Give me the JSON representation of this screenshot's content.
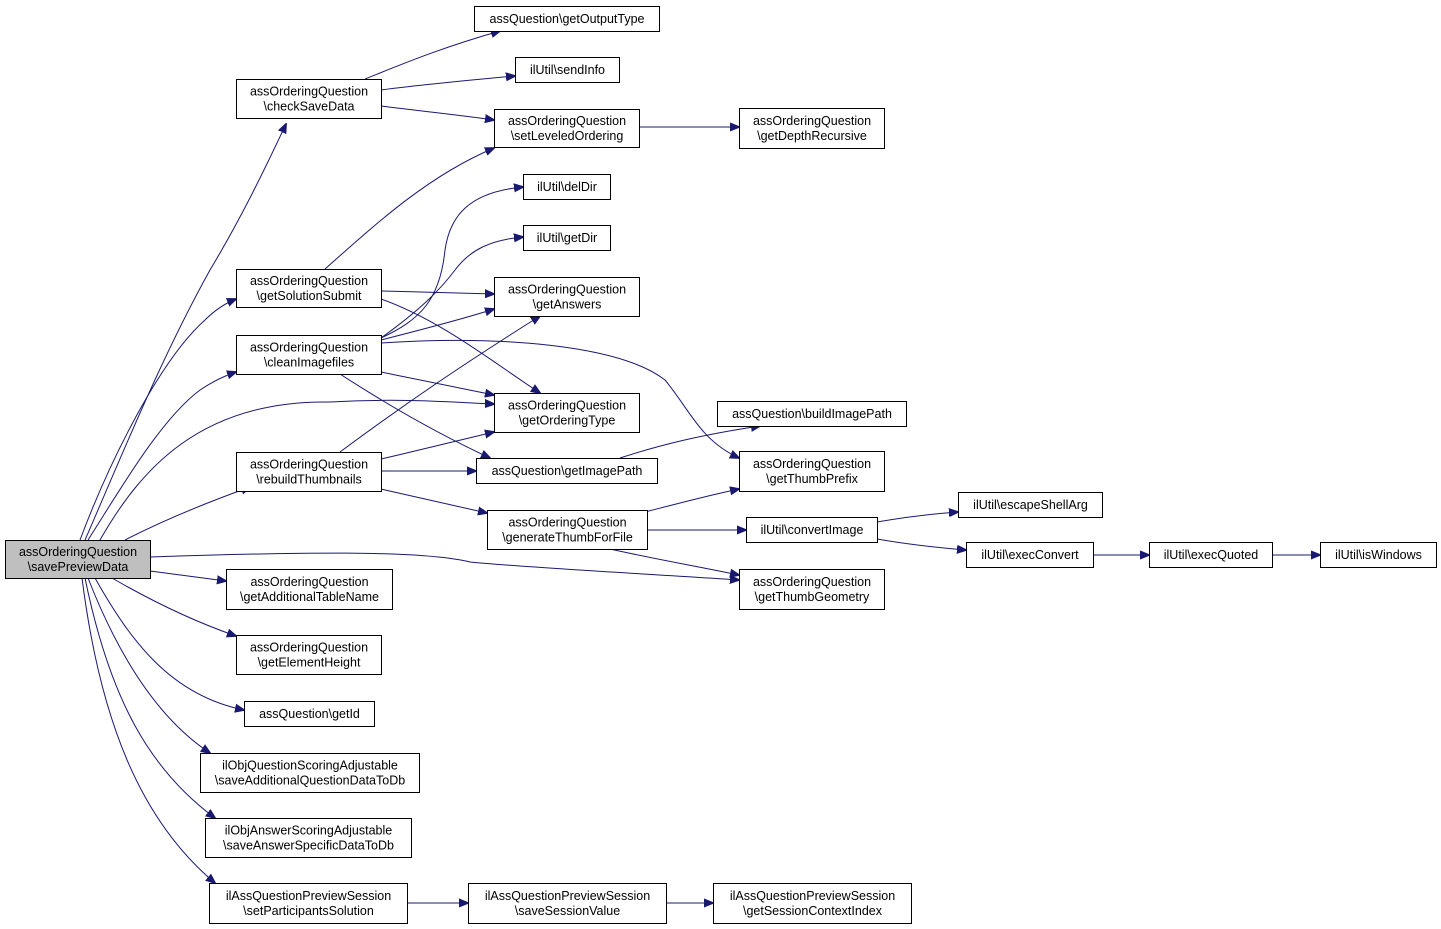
{
  "diagram": {
    "type": "call-graph",
    "colors": {
      "edge": "#191970",
      "node_border": "#000000",
      "node_fill": "#ffffff",
      "root_fill": "#bfbfbf"
    },
    "nodes": [
      {
        "id": "n0",
        "lines": [
          "assOrderingQuestion",
          "\\savePreviewData"
        ],
        "root": true
      },
      {
        "id": "n1",
        "lines": [
          "assOrderingQuestion",
          "\\checkSaveData"
        ]
      },
      {
        "id": "n2",
        "lines": [
          "assQuestion\\getOutputType"
        ]
      },
      {
        "id": "n3",
        "lines": [
          "ilUtil\\sendInfo"
        ]
      },
      {
        "id": "n4",
        "lines": [
          "assOrderingQuestion",
          "\\setLeveledOrdering"
        ]
      },
      {
        "id": "n5",
        "lines": [
          "assOrderingQuestion",
          "\\getDepthRecursive"
        ]
      },
      {
        "id": "n6",
        "lines": [
          "ilUtil\\delDir"
        ]
      },
      {
        "id": "n7",
        "lines": [
          "ilUtil\\getDir"
        ]
      },
      {
        "id": "n8",
        "lines": [
          "assOrderingQuestion",
          "\\getSolutionSubmit"
        ]
      },
      {
        "id": "n9",
        "lines": [
          "assOrderingQuestion",
          "\\getAnswers"
        ]
      },
      {
        "id": "n10",
        "lines": [
          "assOrderingQuestion",
          "\\cleanImagefiles"
        ]
      },
      {
        "id": "n11",
        "lines": [
          "assOrderingQuestion",
          "\\getOrderingType"
        ]
      },
      {
        "id": "n12",
        "lines": [
          "assQuestion\\buildImagePath"
        ]
      },
      {
        "id": "n13",
        "lines": [
          "assOrderingQuestion",
          "\\rebuildThumbnails"
        ]
      },
      {
        "id": "n14",
        "lines": [
          "assQuestion\\getImagePath"
        ]
      },
      {
        "id": "n15",
        "lines": [
          "assOrderingQuestion",
          "\\getThumbPrefix"
        ]
      },
      {
        "id": "n16",
        "lines": [
          "ilUtil\\escapeShellArg"
        ]
      },
      {
        "id": "n17",
        "lines": [
          "assOrderingQuestion",
          "\\generateThumbForFile"
        ]
      },
      {
        "id": "n18",
        "lines": [
          "ilUtil\\convertImage"
        ]
      },
      {
        "id": "n19",
        "lines": [
          "ilUtil\\execConvert"
        ]
      },
      {
        "id": "n20",
        "lines": [
          "ilUtil\\execQuoted"
        ]
      },
      {
        "id": "n21",
        "lines": [
          "ilUtil\\isWindows"
        ]
      },
      {
        "id": "n22",
        "lines": [
          "assOrderingQuestion",
          "\\getThumbGeometry"
        ]
      },
      {
        "id": "n23",
        "lines": [
          "assOrderingQuestion",
          "\\getAdditionalTableName"
        ]
      },
      {
        "id": "n24",
        "lines": [
          "assOrderingQuestion",
          "\\getElementHeight"
        ]
      },
      {
        "id": "n25",
        "lines": [
          "assQuestion\\getId"
        ]
      },
      {
        "id": "n26",
        "lines": [
          "ilObjQuestionScoringAdjustable",
          "\\saveAdditionalQuestionDataToDb"
        ]
      },
      {
        "id": "n27",
        "lines": [
          "ilObjAnswerScoringAdjustable",
          "\\saveAnswerSpecificDataToDb"
        ]
      },
      {
        "id": "n28",
        "lines": [
          "ilAssQuestionPreviewSession",
          "\\setParticipantsSolution"
        ]
      },
      {
        "id": "n29",
        "lines": [
          "ilAssQuestionPreviewSession",
          "\\saveSessionValue"
        ]
      },
      {
        "id": "n30",
        "lines": [
          "ilAssQuestionPreviewSession",
          "\\getSessionContextIndex"
        ]
      }
    ]
  }
}
